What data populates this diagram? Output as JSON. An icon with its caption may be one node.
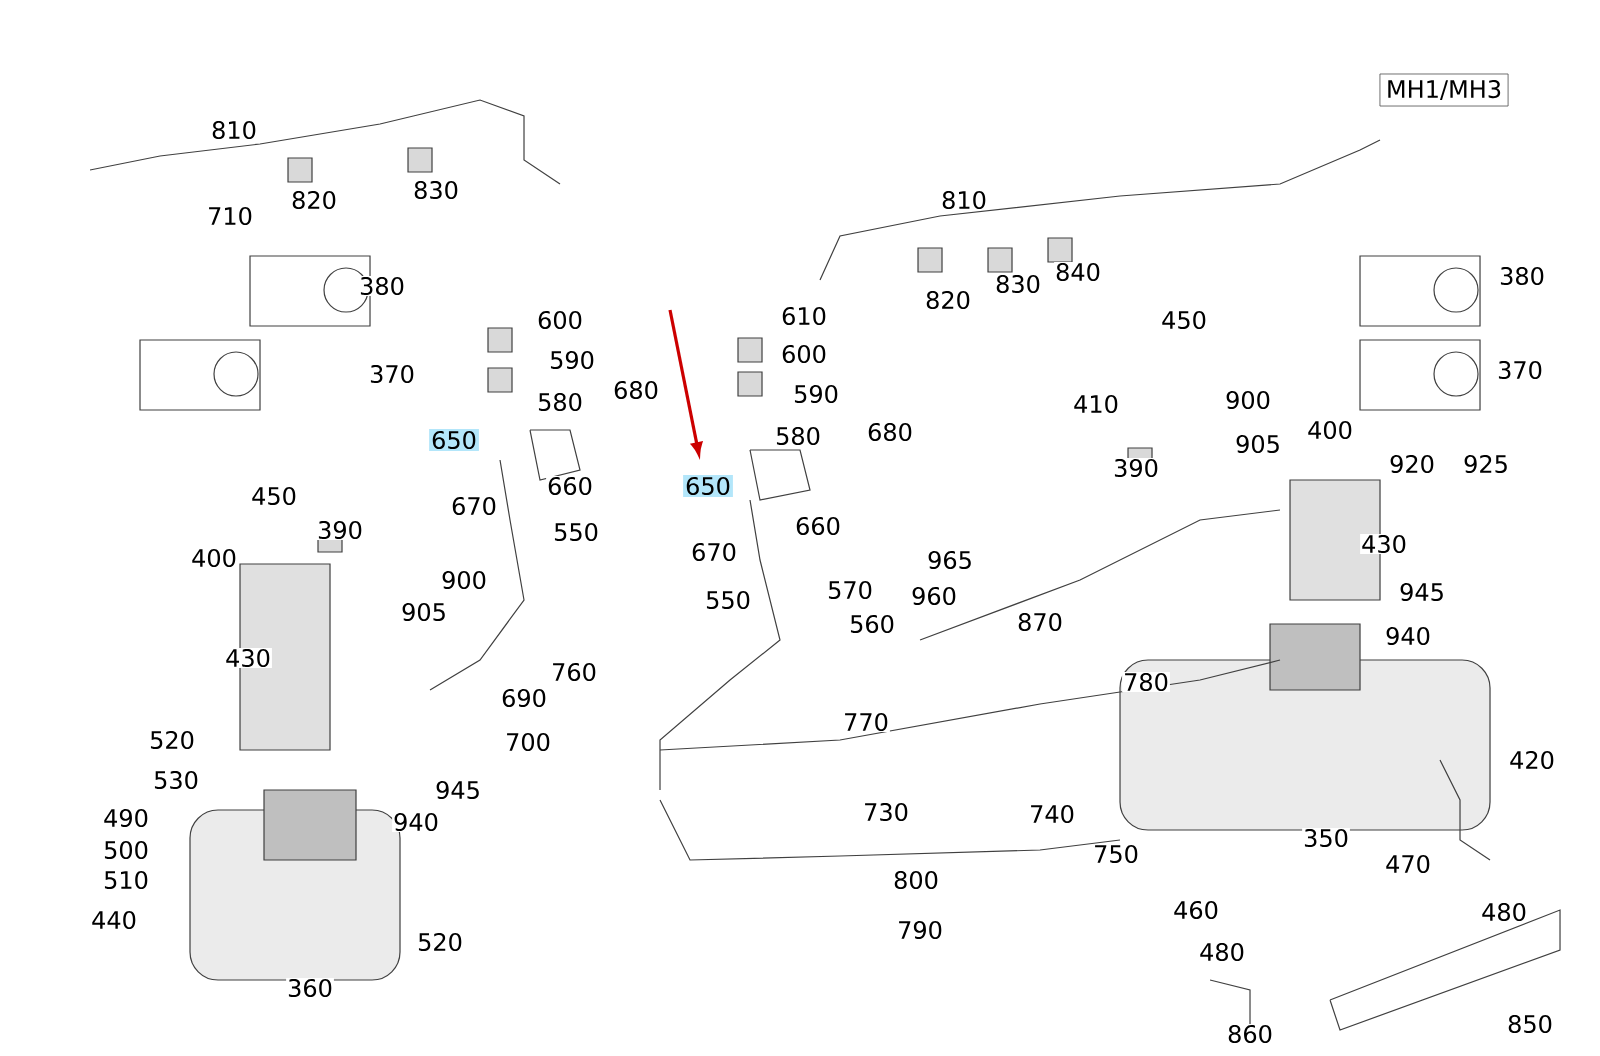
{
  "diagram": {
    "labels": [
      "MH1/MH3",
      "810",
      "710",
      "820",
      "830",
      "810",
      "820",
      "830",
      "840",
      "380",
      "380",
      "610",
      "600",
      "600",
      "450",
      "370",
      "590",
      "370",
      "590",
      "680",
      "580",
      "410",
      "900",
      "580",
      "680",
      "905",
      "400",
      "650",
      "920",
      "925",
      "390",
      "650",
      "660",
      "450",
      "430",
      "670",
      "550",
      "660",
      "670",
      "965",
      "390",
      "400",
      "900",
      "945",
      "550",
      "570",
      "960",
      "905",
      "870",
      "560",
      "430",
      "940",
      "760",
      "690",
      "780",
      "770",
      "520",
      "700",
      "420",
      "530",
      "945",
      "490",
      "730",
      "740",
      "940",
      "500",
      "750",
      "350",
      "510",
      "470",
      "800",
      "440",
      "460",
      "480",
      "790",
      "520",
      "360",
      "480",
      "860",
      "850"
    ]
  }
}
